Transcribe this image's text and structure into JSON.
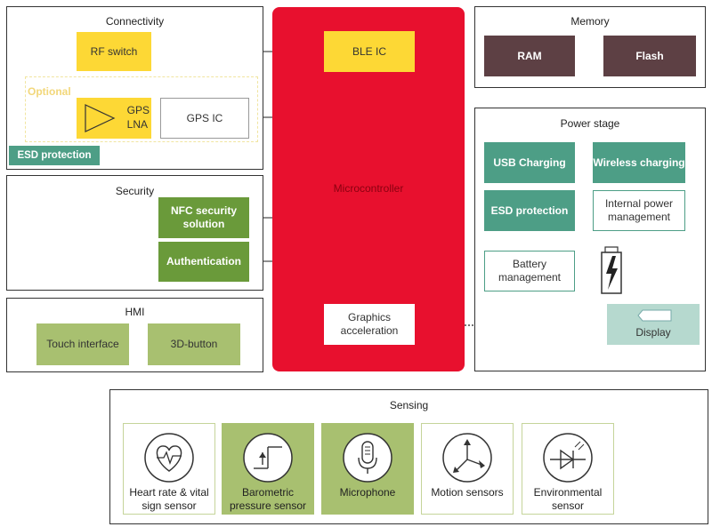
{
  "colors": {
    "microcontroller": "#e8102e",
    "yellow_block": "#fdd835",
    "memory_block": "#5d4044",
    "power_teal": "#4d9e86",
    "security_green": "#6a9a3a",
    "hmi_olive": "#a8c070"
  },
  "connectivity": {
    "title": "Connectivity",
    "rf_switch": "RF switch",
    "optional": "Optional",
    "gps_lna": "GPS\nLNA",
    "gps_ic": "GPS IC",
    "esd_protection": "ESD protection"
  },
  "security": {
    "title": "Security",
    "nfc": "NFC security solution",
    "authentication": "Authentication"
  },
  "hmi": {
    "title": "HMI",
    "touch": "Touch interface",
    "button3d": "3D-button"
  },
  "microcontroller": {
    "ble_ic": "BLE IC",
    "label": "Microcontroller",
    "graphics": "Graphics acceleration"
  },
  "memory": {
    "title": "Memory",
    "ram": "RAM",
    "flash": "Flash"
  },
  "power": {
    "title": "Power stage",
    "usb": "USB Charging",
    "wireless": "Wireless charging",
    "esd": "ESD protection",
    "internal": "Internal power management",
    "battery": "Battery management"
  },
  "display": {
    "label": "Display"
  },
  "sensing": {
    "title": "Sensing",
    "items": [
      {
        "label": "Heart rate & vital sign sensor",
        "icon": "heart-rate-icon"
      },
      {
        "label": "Barometric pressure sensor",
        "icon": "pressure-icon"
      },
      {
        "label": "Microphone",
        "icon": "microphone-icon"
      },
      {
        "label": "Motion sensors",
        "icon": "motion-axes-icon"
      },
      {
        "label": "Environmental sensor",
        "icon": "light-diode-icon"
      }
    ]
  }
}
